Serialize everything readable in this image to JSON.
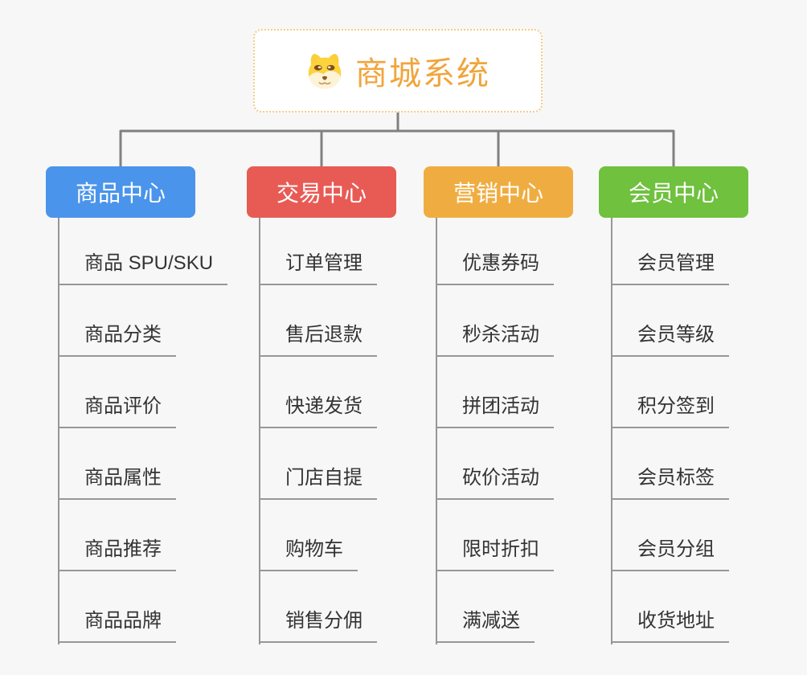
{
  "page": {
    "background": "#F7F7F7"
  },
  "root": {
    "title": "商城系统",
    "title_color": "#F0A53C",
    "border_color": "#F5CB86",
    "icon": "doge-icon"
  },
  "connectors": {
    "tree_color": "#808080",
    "branch_line_color": "#979797"
  },
  "branches": [
    {
      "id": "product-center",
      "label": "商品中心",
      "color": "#4A94EB",
      "items": [
        "商品 SPU/SKU",
        "商品分类",
        "商品评价",
        "商品属性",
        "商品推荐",
        "商品品牌"
      ]
    },
    {
      "id": "trade-center",
      "label": "交易中心",
      "color": "#E85B55",
      "items": [
        "订单管理",
        "售后退款",
        "快递发货",
        "门店自提",
        "购物车",
        "销售分佣"
      ]
    },
    {
      "id": "marketing-center",
      "label": "营销中心",
      "color": "#EFAD41",
      "items": [
        "优惠券码",
        "秒杀活动",
        "拼团活动",
        "砍价活动",
        "限时折扣",
        "满减送"
      ]
    },
    {
      "id": "member-center",
      "label": "会员中心",
      "color": "#6FC13E",
      "items": [
        "会员管理",
        "会员等级",
        "积分签到",
        "会员标签",
        "会员分组",
        "收货地址"
      ]
    }
  ]
}
